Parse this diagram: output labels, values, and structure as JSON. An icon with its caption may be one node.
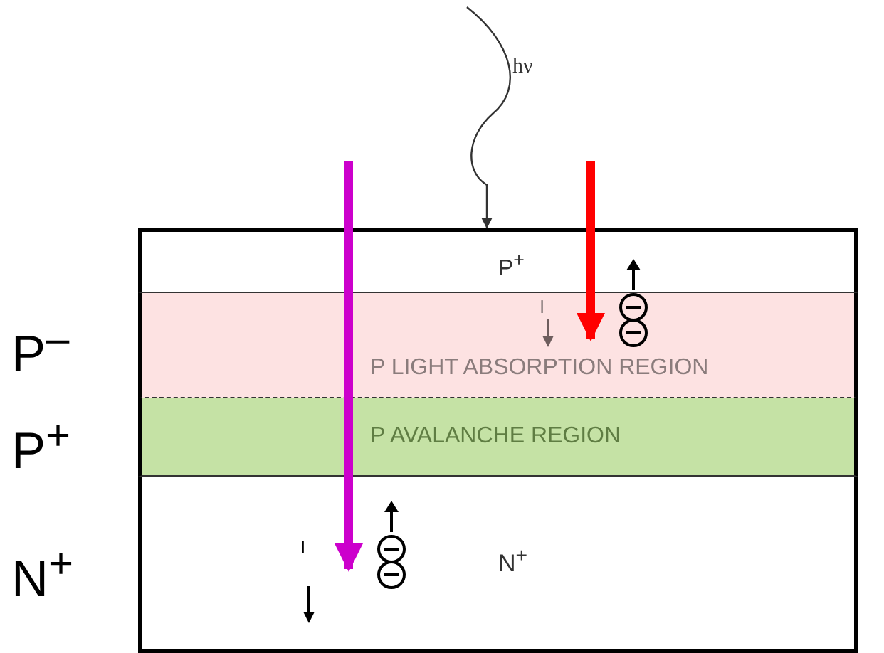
{
  "diagram": {
    "nodes": [
      {
        "text": [
          "P$^{+}$"
        ]
      },
      {
        "text": [
          "P LIGHT ABSORPTION REGION"
        ],
        "beside": [
          "P$^{–}$"
        ]
      },
      {
        "text": [
          "P AVALANCHE REGION"
        ],
        "beside": [
          "P$^{+}$"
        ]
      },
      {
        "text": [
          "N$^{+}$"
        ],
        "beside": [
          "N$^{+}$"
        ]
      }
    ],
    "edges": [
      {
        "from": null,
        "to": 0,
        "arrow": "to",
        "label": "hν"
      },
      {
        "from": null,
        "to": 1,
        "arrow": "to",
        "color": "#ff0000"
      },
      {
        "from": null,
        "to": 3,
        "arrow": "to",
        "color": "#cc00cc"
      }
    ],
    "labels": [
      "I",
      "I"
    ]
  }
}
